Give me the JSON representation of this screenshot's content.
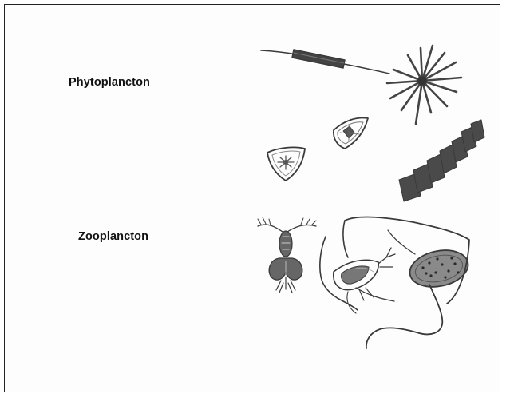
{
  "labels": {
    "phytoplancton": "Phytoplancton",
    "zooplancton": "Zooplancton"
  },
  "colors": {
    "border": "#222222",
    "pencil": "#3a3a3a",
    "shading": "#555555",
    "label_text": "#111111"
  },
  "illustrations": {
    "phytoplancton": [
      "rod-diatom-drawing",
      "star-diatom-drawing",
      "triangle-diatom-drawing",
      "triangle-diatom-drawing",
      "chain-diatom-drawing"
    ],
    "zooplancton": [
      "copepod-drawing",
      "larva-drawing",
      "ciliate-drawing"
    ]
  }
}
